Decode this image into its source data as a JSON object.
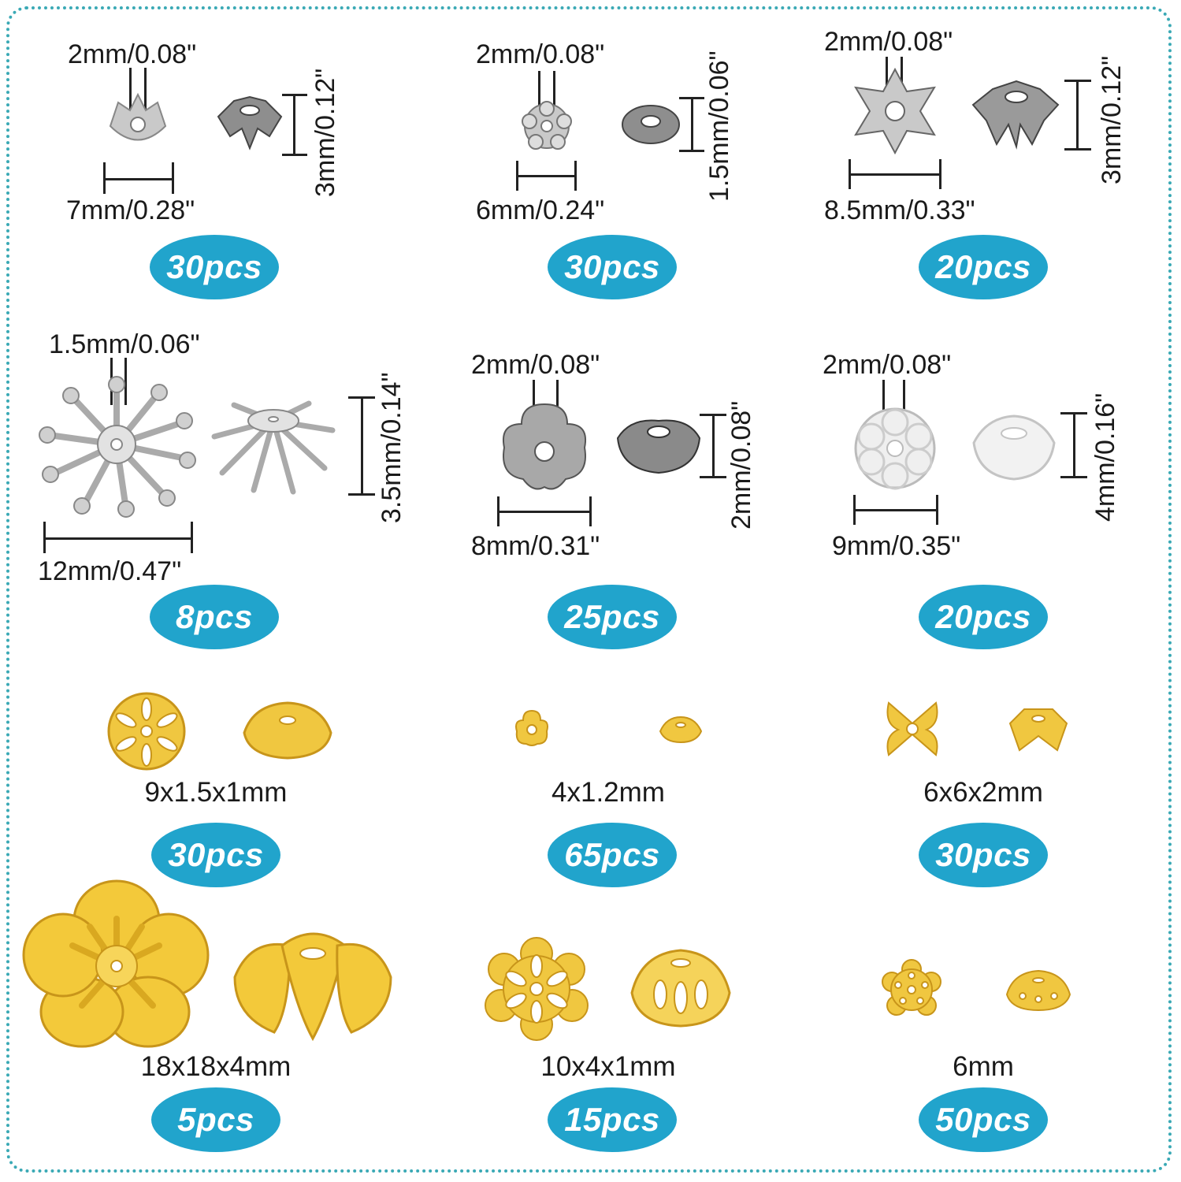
{
  "colors": {
    "border": "#3aa9b5",
    "badge": "#21a4cc",
    "silver": "#c9c9c9",
    "gold": "#e8b82a"
  },
  "cells": [
    {
      "id": "c1",
      "hole": "2mm/0.08\"",
      "width": "7mm/0.28\"",
      "height": "3mm/0.12\"",
      "qty": "30pcs"
    },
    {
      "id": "c2",
      "hole": "2mm/0.08\"",
      "width": "6mm/0.24\"",
      "height": "1.5mm/0.06\"",
      "qty": "30pcs"
    },
    {
      "id": "c3",
      "hole": "2mm/0.08\"",
      "width": "8.5mm/0.33\"",
      "height": "3mm/0.12\"",
      "qty": "20pcs"
    },
    {
      "id": "c4",
      "hole": "1.5mm/0.06\"",
      "width": "12mm/0.47\"",
      "height": "3.5mm/0.14\"",
      "qty": "8pcs"
    },
    {
      "id": "c5",
      "hole": "2mm/0.08\"",
      "width": "8mm/0.31\"",
      "height": "2mm/0.08\"",
      "qty": "25pcs"
    },
    {
      "id": "c6",
      "hole": "2mm/0.08\"",
      "width": "9mm/0.35\"",
      "height": "4mm/0.16\"",
      "qty": "20pcs"
    },
    {
      "id": "c7",
      "size": "9x1.5x1mm",
      "qty": "30pcs"
    },
    {
      "id": "c8",
      "size": "4x1.2mm",
      "qty": "65pcs"
    },
    {
      "id": "c9",
      "size": "6x6x2mm",
      "qty": "30pcs"
    },
    {
      "id": "c10",
      "size": "18x18x4mm",
      "qty": "5pcs"
    },
    {
      "id": "c11",
      "size": "10x4x1mm",
      "qty": "15pcs"
    },
    {
      "id": "c12",
      "size": "6mm",
      "qty": "50pcs"
    }
  ]
}
